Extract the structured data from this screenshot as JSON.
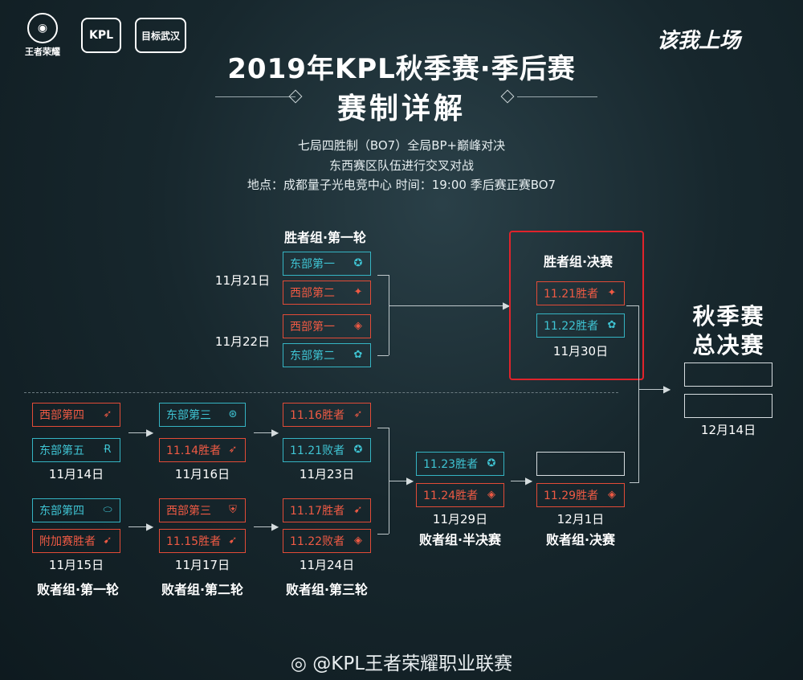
{
  "logos": {
    "wangzhe": "王者荣耀",
    "kpl": "KPL",
    "mubiao": "目标武汉",
    "slogan": "该我上场"
  },
  "header": {
    "title": "2019年KPL秋季赛·季后赛",
    "subtitle": "赛制详解",
    "line1": "七局四胜制（BO7）全局BP+巅峰对决",
    "line2": "东西赛区队伍进行交叉对战",
    "line3": "地点：成都量子光电竞中心  时间：19:00 季后赛正赛BO7"
  },
  "winners_r1": {
    "title": "胜者组·第一轮",
    "date_a": "11月21日",
    "date_b": "11月22日",
    "m1": "东部第一",
    "m2": "西部第二",
    "m3": "西部第一",
    "m4": "东部第二"
  },
  "winners_final": {
    "title": "胜者组·决赛",
    "s1": "11.21胜者",
    "s2": "11.22胜者",
    "date": "11月30日"
  },
  "grand_final": {
    "title1": "秋季赛",
    "title2": "总决赛",
    "date": "12月14日"
  },
  "losers_r1": {
    "title": "败者组·第一轮",
    "a1": "西部第四",
    "a2": "东部第五",
    "date_a": "11月14日",
    "b1": "东部第四",
    "b2": "附加赛胜者",
    "date_b": "11月15日"
  },
  "losers_r2": {
    "title": "败者组·第二轮",
    "a1": "东部第三",
    "a2": "11.14胜者",
    "date_a": "11月16日",
    "b1": "西部第三",
    "b2": "11.15胜者",
    "date_b": "11月17日"
  },
  "losers_r3": {
    "title": "败者组·第三轮",
    "a1": "11.16胜者",
    "a2": "11.21败者",
    "date_a": "11月23日",
    "b1": "11.17胜者",
    "b2": "11.22败者",
    "date_b": "11月24日"
  },
  "losers_semi": {
    "title": "败者组·半决赛",
    "s1": "11.23胜者",
    "s2": "11.24胜者",
    "date": "11月29日"
  },
  "losers_final": {
    "title": "败者组·决赛",
    "s2": "11.29胜者",
    "date": "12月1日"
  },
  "footer": {
    "weibo": "@KPL王者荣耀职业联赛"
  },
  "colors": {
    "cyan": "#35b4c3",
    "red": "#e24b37",
    "highlight": "#e0232b"
  }
}
